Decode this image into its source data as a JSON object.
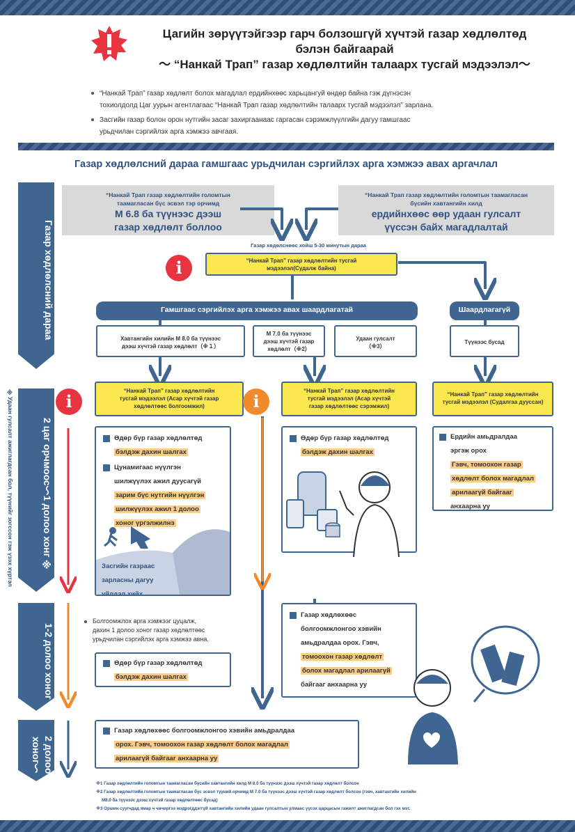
{
  "header": {
    "line1": "Цагийн зөрүүтэйгээр гарч болзошгүй хүчтэй газар хөдлөлтөд",
    "line2": "бэлэн байгаарай",
    "line3": "～ “Нанкай Трап” газар хөдлөлтийн талаарх тусгай мэдээлэл～"
  },
  "bullets": {
    "b1a": "“Нанкай Трап” газар хөдлөлт болох магадлал ердийнхөөс харьцангуй өндөр байна гэж дүгнэсэн",
    "b1b": "тохиолдолд Цаг уурын агентлагаас “Нанкай Трап газар хөдлөлтийн талаарх тусгай мэдээлэл” зарлана.",
    "b2a": "Засгийн газар болон орон нутгийн засаг захиргаанаас гаргасан сэрэмжлүүлгийн дагуу гамшгаас",
    "b2b": "урьдчилан сэргийлэх арга хэмжээ авчгаая."
  },
  "section_title": "Газар хөдлөлсний дараа гамшгаас урьдчилан сэргийлэх арга хэмжээ авах аргачлал",
  "side": {
    "s1": "Газар хөдлөлсний дараа",
    "s2": "2 цаг орчмоос～1 долоо хонг ※",
    "s3": "1-2 долоо хоног",
    "s4": "2 долоо хоног～",
    "note": "※Удаан гулсалт ажиглагдсан бол, түүнийг зогссон гэж үзэх хүртэл"
  },
  "grey_left": {
    "small1": "“Нанкай Трап газар хөдлөлтийн голомтын",
    "small2": "таамагласан бүс эсвэл тэр орчимд",
    "big1": "М 6.8 ба түүнээс дээш",
    "big2": "газар хөдлөлт боллоо"
  },
  "grey_right": {
    "small1": "“Нанкай Трап газар хөдлөлтийн голомтын таамагласан",
    "small2": "бүсийн хавтангийн хилд",
    "big1": "ердийнхөөс өөр удаан гулсалт",
    "big2": "үүссэн байх магадлалтай"
  },
  "timing": "Газар хөдөлснөөс хойш 5-30 минутын дараа",
  "info_top": {
    "l1": "“Нанкай Трап” газар хөдлөлтийн тусгай",
    "l2": "мэдээлэл(Судалж байна)"
  },
  "pill_need": "Гамшгаас сэргийлэх арга хэмжээ авах шаардлагатай",
  "pill_noneed": "Шаардлагагүй",
  "cond1": {
    "l1": "Хавтангийн хилийн М 8.0 ба түүнээс",
    "l2": "дээш хүчтэй газар хөдлөлт（※１）"
  },
  "cond2": {
    "l1": "М 7.0 ба түүнээс",
    "l2": "дээш хүчтэй газар",
    "l3": "хөдлөлт（※2）"
  },
  "cond3": {
    "l1": "Удаан гулсалт",
    "l2": "（※3）"
  },
  "cond4": "Түүнээс бусад",
  "y1": {
    "l1": "“Нанкай Трап” газар хөдлөлтийн",
    "l2": "тусгай мэдээлэл (Асар хүчтэй газар",
    "l3": "хөдлөлтөөс болгоомжил)"
  },
  "y2": {
    "l1": "“Нанкай Трап” газар хөдлөлтийн",
    "l2": "тусгай мэдээлэл (Асар хүчтэй",
    "l3": "газар хөдлөлтөөс сэрэмжил)"
  },
  "y3": {
    "l1": "“Нанкай Трап” газар хөдлөлтийн",
    "l2": "тусгай мэдээлэл (Судалгаа дууссан)"
  },
  "box1": {
    "a1": "Өдөр бүр газар хөдлөлтөд",
    "a2": "бэлдэж дахин шалгах",
    "b1": "Цунамигаас нүүлгэн",
    "b2": "шилжүүлэх ажил дуусагүй",
    "b3": "зарим бүс нутгийн нүүлгэн",
    "b4": "шилжүүлэх ажил 1 долоо",
    "b5": "хоног үргэлжилнэ",
    "c1": "Засгийн газраас",
    "c2": "зарласны дагуу",
    "c3": "үйлдэл хийх"
  },
  "box2": {
    "a1": "Өдөр бүр газар хөдлөлтөд",
    "a2": "бэлдэж дахин шалгах"
  },
  "box3": {
    "l1": "Ердийн амьдралдаа",
    "l2": "эргэж орох",
    "l3": "Гэвч, томоохон газар",
    "l4": "хөдлөлт болох магадлал",
    "l5": "арилаагүй байгааг",
    "l6": "анхаарна уу"
  },
  "mid_text": {
    "l1": "Болгоомжлох арга хэмжээг цуцалж,",
    "l2": "дахин 1 долоо хоног газар хөдлөлтөөс",
    "l3": "урьдчилан сэргийлэх арга хэмжээ авна."
  },
  "box4": {
    "a1": "Өдөр бүр газар хөдлөлтөд",
    "a2": "бэлдэж дахин шалгах"
  },
  "box5": {
    "l1": "Газар хөдлөхөөс",
    "l2": "болгоомжлонгоо хэвийн",
    "l3": "амьдралдаа орох. Гэвч,",
    "l4": "томоохон газар хөдлөлт",
    "l5": "болох магадлал арилаагүй",
    "l6": "байгааг анхаарна уу"
  },
  "box6": {
    "l1": "Газар хөдлөхөөс болгоомжлонгоо хэвийн амьдралдаа",
    "l2": "орох. Гэвч, томоохон газар хөдлөлт болох магадлал",
    "l3": "арилаагүй байгааг анхаарна уу"
  },
  "footnotes": {
    "f1": "※1 Газар хөдлөлтийн голомтын таамагласан бүсийн хавтангийн хилд M 8.0 ба түүнээс дээш хүчтэй газар хөдлөлт болсон",
    "f2a": "※2 Газар хөдлөлтийн голомтын таамагласан бүс эсвэл түүний орчимд M 7.0 ба түүнээс дээш хүчтэй газар хөдлөлт болсон (гэвч, хавтангийн хилийн",
    "f2b": "M8.0 ба түүнээс дээш хүчтэй газар хөдлөлтөөс бусад)",
    "f3": "※3 Оршин суугчдад ямар ч чичиргээ мэдрэгддэггүй хавтангийн хилийн удаан гулсалтын улмаас үүсэх царцасын гажилт ажиглагдсан бол гэх мэт."
  },
  "colors": {
    "navy": "#3f6690",
    "yellow": "#fbe84f",
    "red": "#e7343f",
    "orange": "#f08a2a",
    "grey": "#d9d9d9"
  }
}
